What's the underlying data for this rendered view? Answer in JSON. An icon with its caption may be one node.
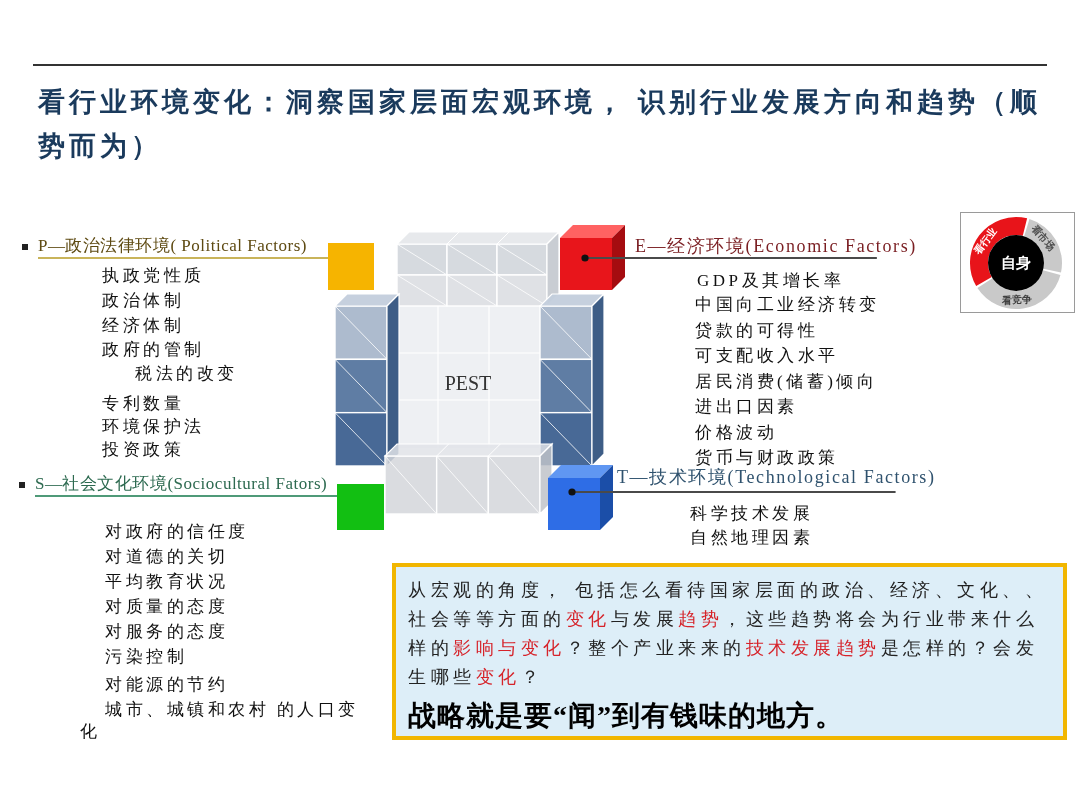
{
  "diagram": {
    "title": "看行业环境变化：洞察国家层面宏观环境， 识别行业发展方向和趋势（顺势而为）",
    "nodes": [
      {
        "text": [
          "P—政治法律环境( Political Factors)"
        ],
        "beside": [
          "执政党性质",
          "政治体制",
          "经济体制",
          "政府的管制",
          "税法的改变",
          "专利数量",
          "环境保护法",
          "投资政策"
        ]
      },
      {
        "text": [],
        "shape": "box"
      },
      {
        "text": [
          "PEST"
        ]
      },
      {
        "text": [],
        "shape": "box"
      },
      {
        "text": [
          "E—经济环境(Economic Factors)"
        ],
        "beside": [
          "GDP及其增长率",
          "中国向工业经济转变",
          "贷款的可得性",
          "可支配收入水平",
          "居民消费(储蓄)倾向",
          "进出口因素",
          "价格波动",
          "货币与财政政策"
        ]
      },
      {
        "text": [
          "看行业"
        ]
      },
      {
        "text": [
          "看市场"
        ]
      },
      {
        "text": [
          "自身"
        ]
      },
      {
        "text": [
          "看竞争"
        ]
      },
      {
        "text": [
          "S—社会文化环境(Sociocultural Fators)"
        ],
        "beside": [
          "对政府的信任度",
          "对道德的关切",
          "平均教育状况",
          "对质量的态度",
          "对服务的态度",
          "污染控制",
          "对能源的节约",
          "城市、城镇和农村 的人口变化"
        ]
      },
      {
        "text": [],
        "shape": "box"
      },
      {
        "text": [],
        "shape": "box"
      },
      {
        "text": [
          "T—技术环境(Technological Factors)"
        ],
        "beside": [
          "科学技术发展",
          "自然地理因素"
        ]
      },
      {
        "text": [
          "从宏观的角度， 包括怎么看待国家层面的政治、经济、文化、、社会等等方面的**变化**与发展**趋势**，这些趋势将会为行业带来什么样的**影响与变化**？整个产业来来的**技术发展趋势**是怎样的？会发生哪些**变化**？",
          "战略就是要“闻”到有钱味的地方。"
        ]
      }
    ],
    "edges": [
      {
        "from": 0,
        "to": 1,
        "arrow": "none",
        "color": "#c9b45a"
      },
      {
        "from": 4,
        "to": 3,
        "arrow": "other"
      },
      {
        "from": 9,
        "to": 10,
        "arrow": "none",
        "color": "#4f9a78"
      },
      {
        "from": 12,
        "to": 11,
        "arrow": "other"
      }
    ]
  }
}
